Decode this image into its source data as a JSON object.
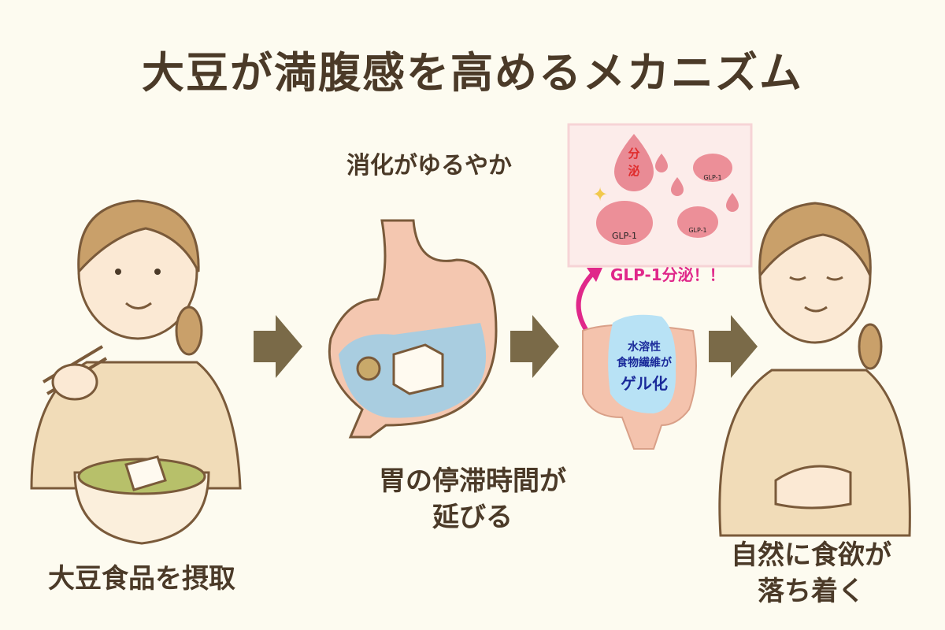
{
  "title": "大豆が満腹感を高めるメカニズム",
  "steps": {
    "eat": {
      "label": "大豆食品を摂取"
    },
    "stomach": {
      "top_label": "消化がゆるやか",
      "label_line1": "胃の停滞時間が",
      "label_line2": "延びる"
    },
    "intestine": {
      "gel_line1": "水溶性",
      "gel_line2": "食物繊維が",
      "gel_line3": "ゲル化",
      "glp_caption": "GLP-1分泌！！"
    },
    "result": {
      "label_line1": "自然に食欲が",
      "label_line2": "落ち着く"
    }
  },
  "glp_panel": {
    "drop_text1": "分",
    "drop_text2": "泌",
    "hormone_label": "GLP-1"
  },
  "colors": {
    "background": "#fdfbf0",
    "text": "#4b3a28",
    "arrow": "#7a6a48",
    "accent_pink": "#e0288a",
    "gel_text": "#1a2a9a"
  }
}
